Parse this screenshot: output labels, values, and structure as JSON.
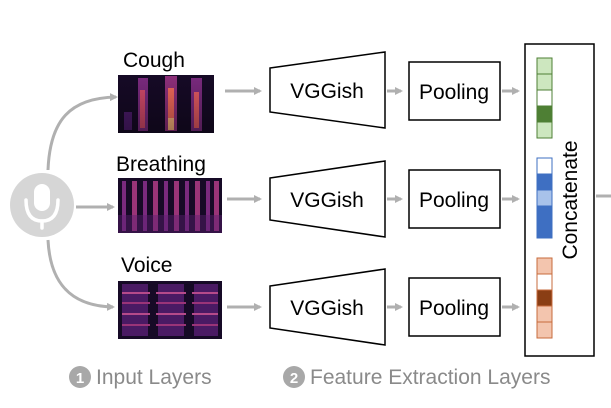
{
  "inputs": [
    {
      "label": "Cough",
      "type": "cough"
    },
    {
      "label": "Breathing",
      "type": "breathing"
    },
    {
      "label": "Voice",
      "type": "voice"
    }
  ],
  "extractor_label": "VGGish",
  "pooling_label": "Pooling",
  "concat_label": "Concatenate",
  "legend": [
    {
      "number": "1",
      "label": "Input Layers"
    },
    {
      "number": "2",
      "label": "Feature Extraction Layers"
    }
  ],
  "colors": {
    "arrow": "#b0b0b0",
    "mic_circle": "#d6d6d6",
    "legend_text": "#8a8a8a",
    "legend_badge": "#a8a8a8",
    "green_dark": "#4e7f34",
    "green_light": "#cde7bf",
    "blue_dark": "#3e6fc2",
    "blue_light": "#a8c2ea",
    "orange_dark": "#8a3e14",
    "orange_light": "#f3c5ae"
  },
  "feature_cells": [
    [
      "green_light",
      "green_light",
      "white",
      "green_dark",
      "green_light"
    ],
    [
      "white",
      "blue_dark",
      "blue_light",
      "blue_dark",
      "blue_dark"
    ],
    [
      "orange_light",
      "white",
      "orange_dark",
      "orange_light",
      "orange_light"
    ]
  ]
}
